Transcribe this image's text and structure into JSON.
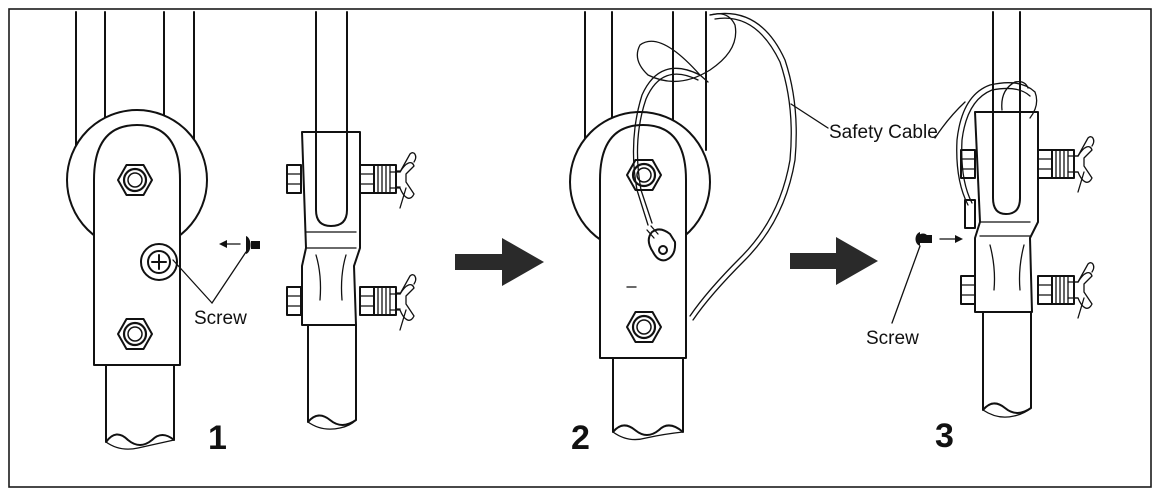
{
  "steps": [
    {
      "number": "1",
      "label": "Screw"
    },
    {
      "number": "2",
      "label": "Safety Cable"
    },
    {
      "number": "3",
      "label": "Screw"
    }
  ],
  "colors": {
    "ink": "#111111",
    "arrow": "#2a2a2a",
    "background": "#ffffff"
  }
}
